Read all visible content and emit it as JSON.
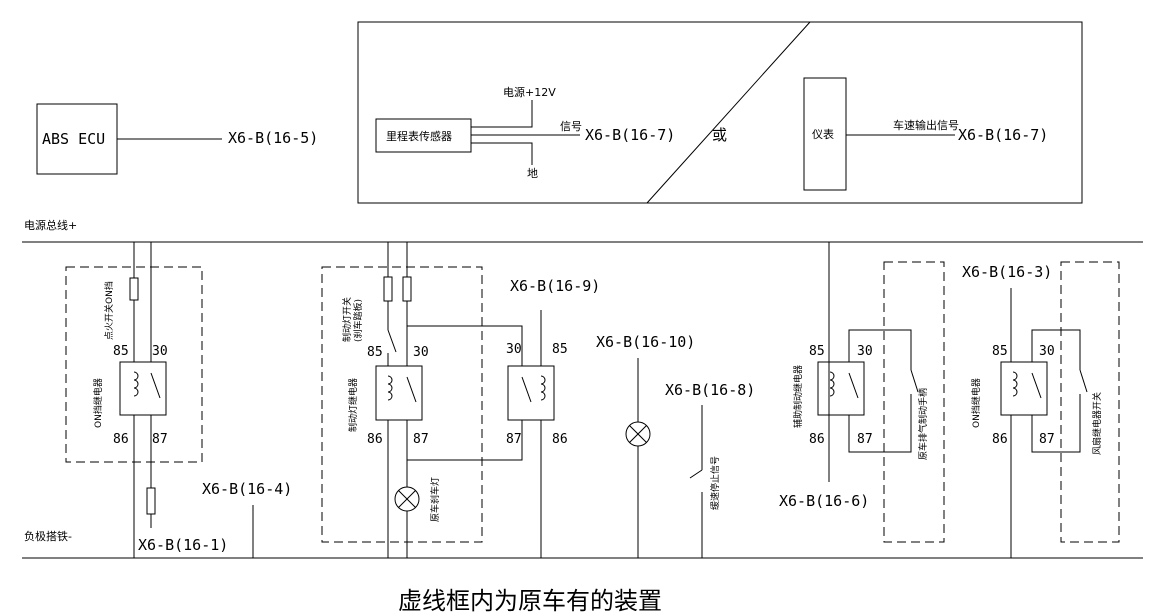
{
  "labels": {
    "abs_ecu": "ABS ECU",
    "x6b_16_5": "X6-B(16-5)",
    "odo_sensor": "里程表传感器",
    "power_12v": "电源+12V",
    "signal": "信号",
    "ground": "地",
    "x6b_16_7a": "X6-B(16-7)",
    "or": "或",
    "meter": "仪表",
    "speed_out": "车速输出信号",
    "x6b_16_7b": "X6-B(16-7)",
    "power_bus": "电源总线+",
    "neg_ground": "负极搭铁-",
    "ign_on": "点火开关ON挡",
    "on_relay1": "ON挡继电器",
    "x6b_16_1": "X6-B(16-1)",
    "x6b_16_4": "X6-B(16-4)",
    "brake_switch": "制动灯开关",
    "brake_pedal": "(刹车踏板)",
    "brake_relay": "制动灯继电器",
    "orig_brake_lamp": "原车刹车灯",
    "x6b_16_9": "X6-B(16-9)",
    "x6b_16_10": "X6-B(16-10)",
    "x6b_16_8": "X6-B(16-8)",
    "retarder_stop": "缓速停止信号",
    "aux_brake_relay": "辅助制动继电器",
    "exhaust_brake": "原车排气制动手柄",
    "x6b_16_6": "X6-B(16-6)",
    "x6b_16_3": "X6-B(16-3)",
    "on_relay2": "ON挡继电器",
    "fan_switch": "风扇继电器开关",
    "caption": "虚线框内为原车有的装置"
  },
  "pins": {
    "p85": "85",
    "p30": "30",
    "p86": "86",
    "p87": "87"
  }
}
